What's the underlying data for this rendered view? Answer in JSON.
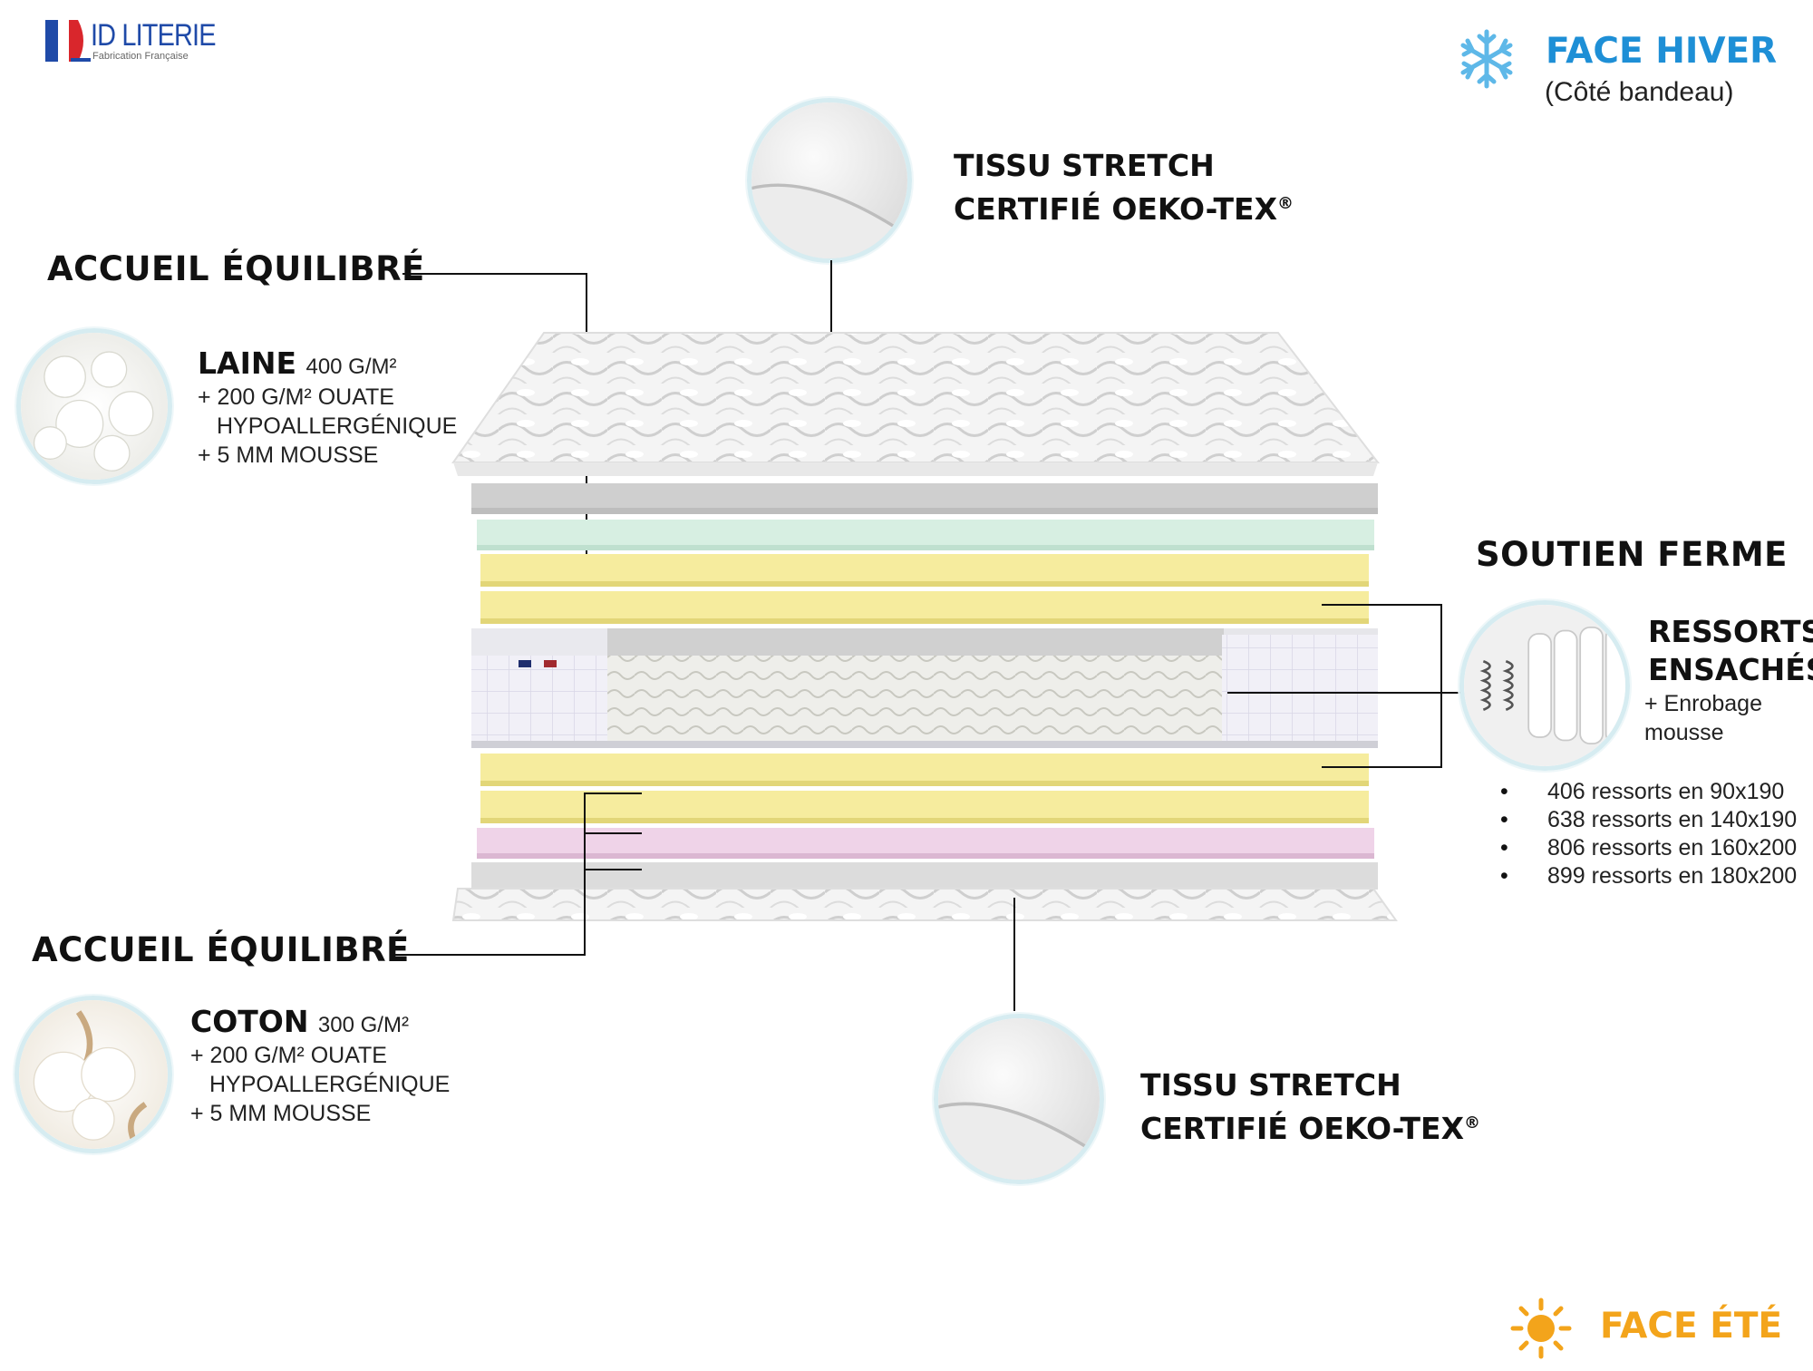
{
  "brand": {
    "name": "ID LITERIE",
    "tagline": "Fabrication Française",
    "colors": {
      "blue": "#1f4aa8",
      "red": "#d9262c"
    }
  },
  "winter": {
    "title": "FACE HIVER",
    "subtitle": "(Côté bandeau)",
    "color": "#1e8fd6",
    "icon": "snowflake-icon"
  },
  "summer": {
    "title": "FACE ÉTÉ",
    "color": "#f3a41b",
    "icon": "sun-icon"
  },
  "top_fabric": {
    "line1": "TISSU STRETCH",
    "line2": "CERTIFIÉ OEKO-TEX",
    "mark": "®"
  },
  "bottom_fabric": {
    "line1": "TISSU STRETCH",
    "line2": "CERTIFIÉ OEKO-TEX",
    "mark": "®"
  },
  "comfort_top": {
    "heading": "ACCUEIL ÉQUILIBRÉ",
    "material": "LAINE",
    "weight": "400 G/M²",
    "lines": [
      "+ 200 G/M² OUATE",
      "HYPOALLERGÉNIQUE",
      "+ 5 MM MOUSSE"
    ]
  },
  "comfort_bottom": {
    "heading": "ACCUEIL ÉQUILIBRÉ",
    "material": "COTON",
    "weight": "300 G/M²",
    "lines": [
      "+ 200 G/M² OUATE",
      "HYPOALLERGÉNIQUE",
      "+ 5 MM MOUSSE"
    ]
  },
  "support": {
    "heading": "SOUTIEN FERME",
    "title_line1": "RESSORTS",
    "title_line2": "ENSACHÉS",
    "desc_line1": "+ Enrobage",
    "desc_line2": "mousse",
    "springs": [
      "406 ressorts en 90x190",
      "638 ressorts en 140x190",
      "806 ressorts en 160x200",
      "899 ressorts en 180x200"
    ]
  },
  "layer_colors": {
    "grey": "#cfcfcf",
    "mint": "#d7efe2",
    "yellow": "#f6ec9e",
    "pink": "#efd3e8"
  }
}
